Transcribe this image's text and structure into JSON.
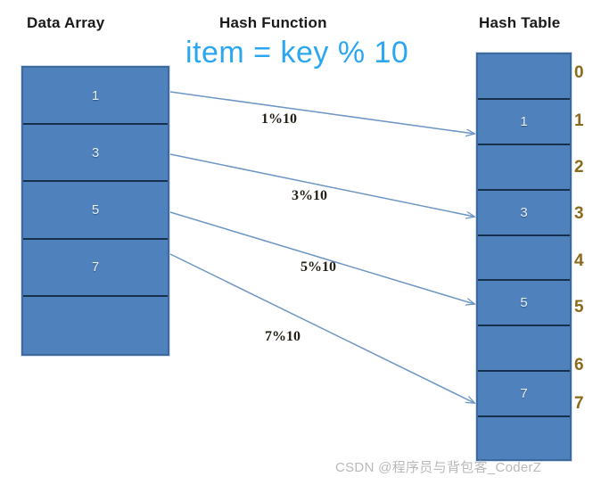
{
  "headings": {
    "data_array": "Data Array",
    "hash_function": "Hash Function",
    "hash_table": "Hash Table"
  },
  "formula": "item = key % 10",
  "colors": {
    "box_fill": "#4F81BD",
    "box_border": "#3D6A9B",
    "cell_divider": "#17314D",
    "formula_blue": "#2BA7F2",
    "index_label": "#8A6A1D",
    "arrow": "#6E96C4",
    "watermark": "#B9B9B9"
  },
  "data_array": {
    "cells": [
      {
        "value": "1"
      },
      {
        "value": "3"
      },
      {
        "value": "5"
      },
      {
        "value": "7"
      },
      {
        "value": ""
      }
    ]
  },
  "hash_table": {
    "cells": [
      {
        "index": "0",
        "value": ""
      },
      {
        "index": "1",
        "value": "1"
      },
      {
        "index": "2",
        "value": ""
      },
      {
        "index": "3",
        "value": "3"
      },
      {
        "index": "4",
        "value": ""
      },
      {
        "index": "5",
        "value": "5"
      },
      {
        "index": "6",
        "value": ""
      },
      {
        "index": "7",
        "value": "7"
      },
      {
        "index": "",
        "value": ""
      }
    ]
  },
  "mappings": [
    {
      "label": "1%10",
      "from_value": "1",
      "to_index": "1"
    },
    {
      "label": "3%10",
      "from_value": "3",
      "to_index": "3"
    },
    {
      "label": "5%10",
      "from_value": "5",
      "to_index": "5"
    },
    {
      "label": "7%10",
      "from_value": "7",
      "to_index": "7"
    }
  ],
  "watermark": "CSDN @程序员与背包客_CoderZ"
}
